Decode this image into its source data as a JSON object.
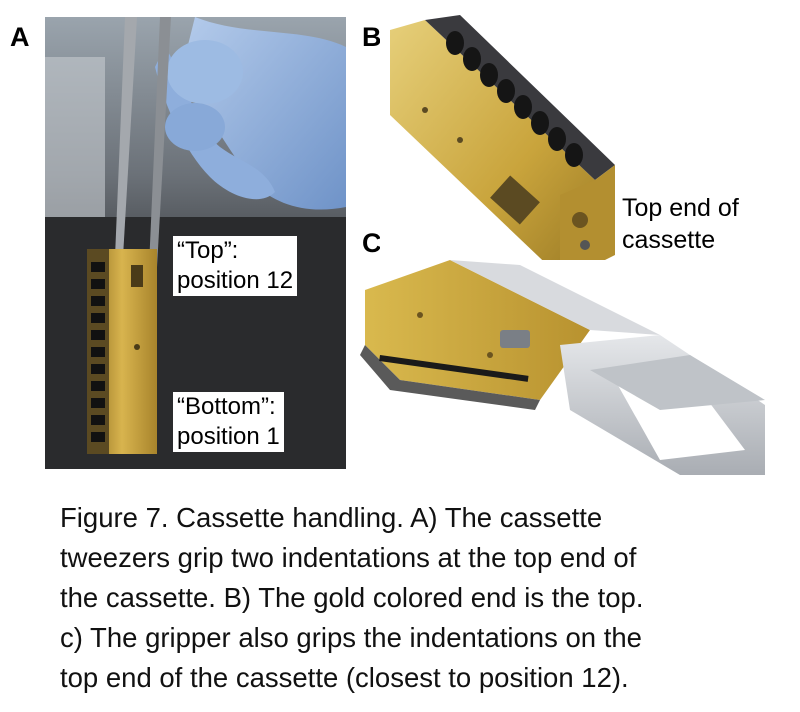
{
  "panels": {
    "a": {
      "letter": "A",
      "label_top": [
        "“Top”:",
        "position 12"
      ],
      "label_bottom": [
        "“Bottom”:",
        "position 1"
      ]
    },
    "b": {
      "letter": "B",
      "label": [
        "Top end of",
        "cassette"
      ]
    },
    "c": {
      "letter": "C"
    }
  },
  "caption": {
    "lines": [
      "Figure 7. Cassette handling. A) The cassette",
      "tweezers grip two indentations at the top end of",
      "the cassette. B) The gold colored end is the top.",
      "c) The gripper also grips the indentations on the",
      "top end of the cassette (closest to position 12)."
    ]
  },
  "colors": {
    "glove": "#8fb0dc",
    "gold": "#c9a43c",
    "aluminum": "#c9ccd1",
    "bench": "#2b2b2b"
  }
}
